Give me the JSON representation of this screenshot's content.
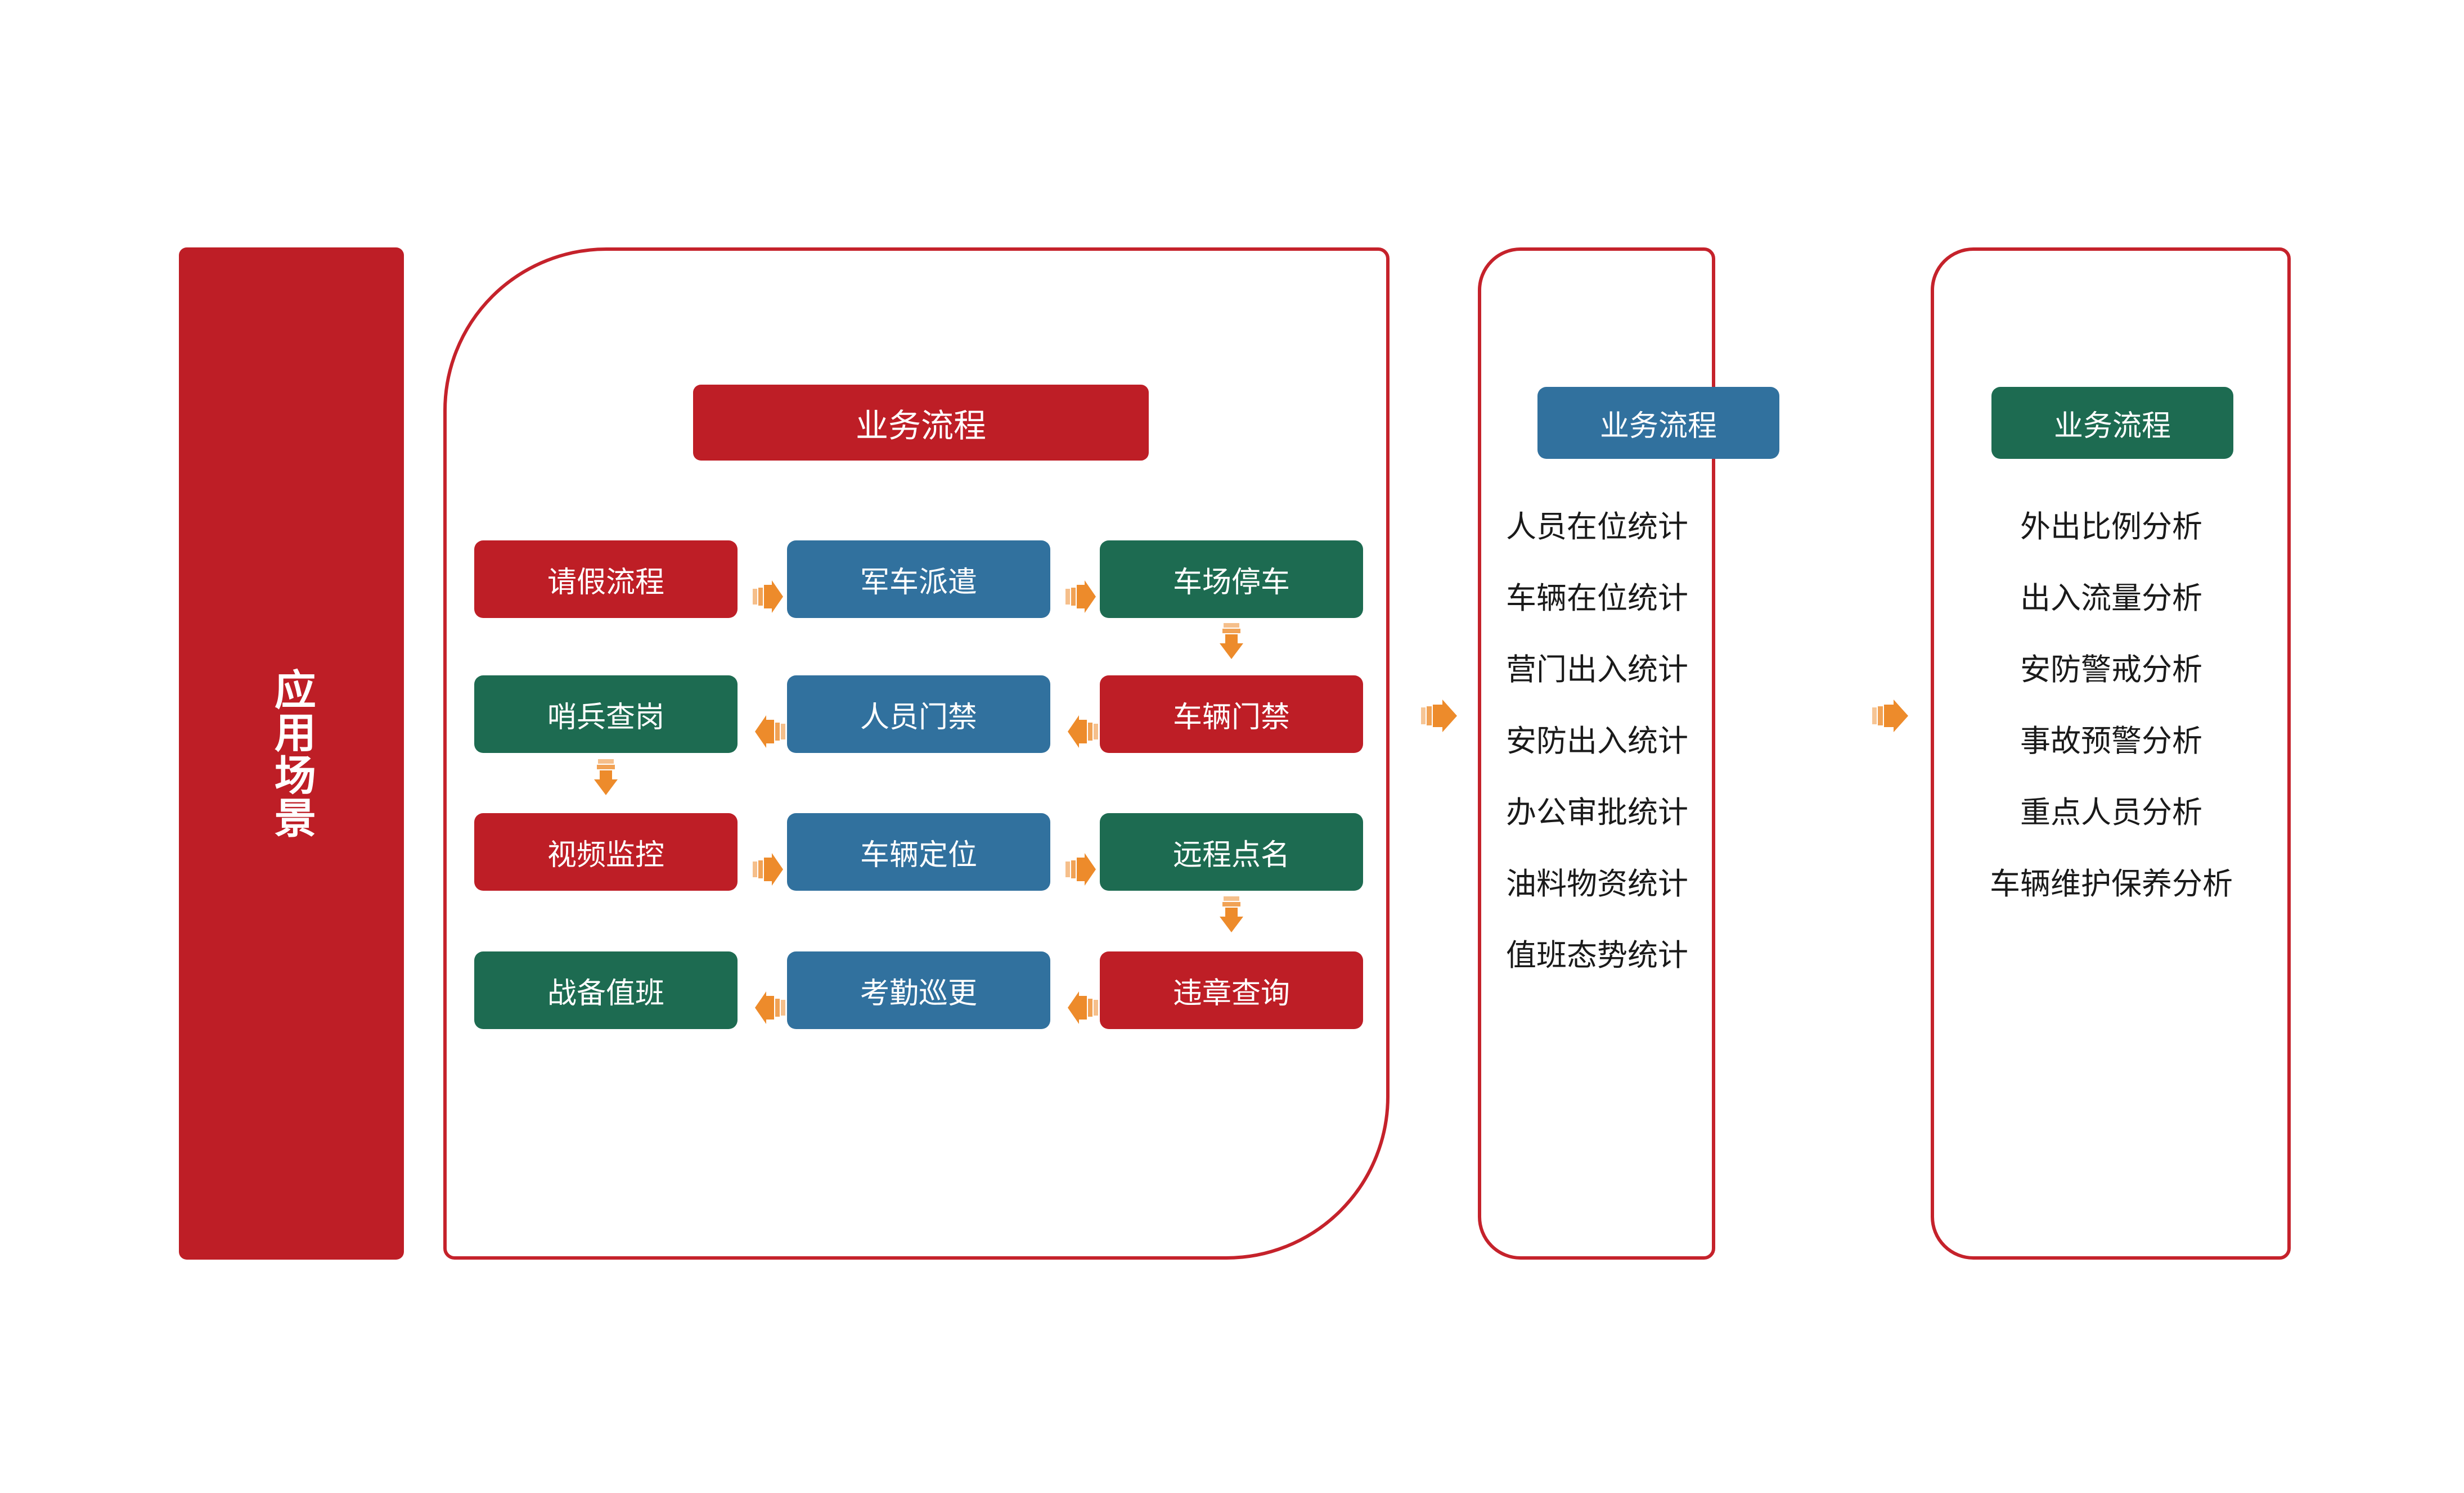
{
  "colors": {
    "red": "#BE1E26",
    "red_outline": "#C5222B",
    "blue": "#31719E",
    "green": "#1D6B51",
    "orange_arrow": "#ED8B2B",
    "text_dark": "#1a1a1a",
    "text_light": "#ffffff"
  },
  "left_banner": {
    "label": "应用场景"
  },
  "main_panel": {
    "title": "业务流程",
    "rows": [
      {
        "direction": "right",
        "boxes": [
          {
            "label": "请假流程",
            "color": "red"
          },
          {
            "label": "军车派遣",
            "color": "blue"
          },
          {
            "label": "车场停车",
            "color": "green"
          }
        ]
      },
      {
        "direction": "left",
        "boxes": [
          {
            "label": "哨兵查岗",
            "color": "green"
          },
          {
            "label": "人员门禁",
            "color": "blue"
          },
          {
            "label": "车辆门禁",
            "color": "red"
          }
        ]
      },
      {
        "direction": "right",
        "boxes": [
          {
            "label": "视频监控",
            "color": "red"
          },
          {
            "label": "车辆定位",
            "color": "blue"
          },
          {
            "label": "远程点名",
            "color": "green"
          }
        ]
      },
      {
        "direction": "left",
        "boxes": [
          {
            "label": "战备值班",
            "color": "green"
          },
          {
            "label": "考勤巡更",
            "color": "blue"
          },
          {
            "label": "违章查询",
            "color": "red"
          }
        ]
      }
    ],
    "connectors": {
      "row1_to_row2": "down-arrow-right-column",
      "row2_to_row3": "down-arrow-left-column",
      "row3_to_row4": "down-arrow-right-column"
    }
  },
  "mid_panel": {
    "title": "业务流程",
    "items": [
      "人员在位统计",
      "车辆在位统计",
      "营门出入统计",
      "安防出入统计",
      "办公审批统计",
      "油料物资统计",
      "值班态势统计"
    ]
  },
  "right_panel": {
    "title": "业务流程",
    "items": [
      "外出比例分析",
      "出入流量分析",
      "安防警戒分析",
      "事故预警分析",
      "重点人员分析",
      "车辆维护保养分析"
    ]
  },
  "panel_connectors": [
    {
      "name": "main-to-mid",
      "direction": "right"
    },
    {
      "name": "mid-to-right",
      "direction": "right"
    }
  ]
}
